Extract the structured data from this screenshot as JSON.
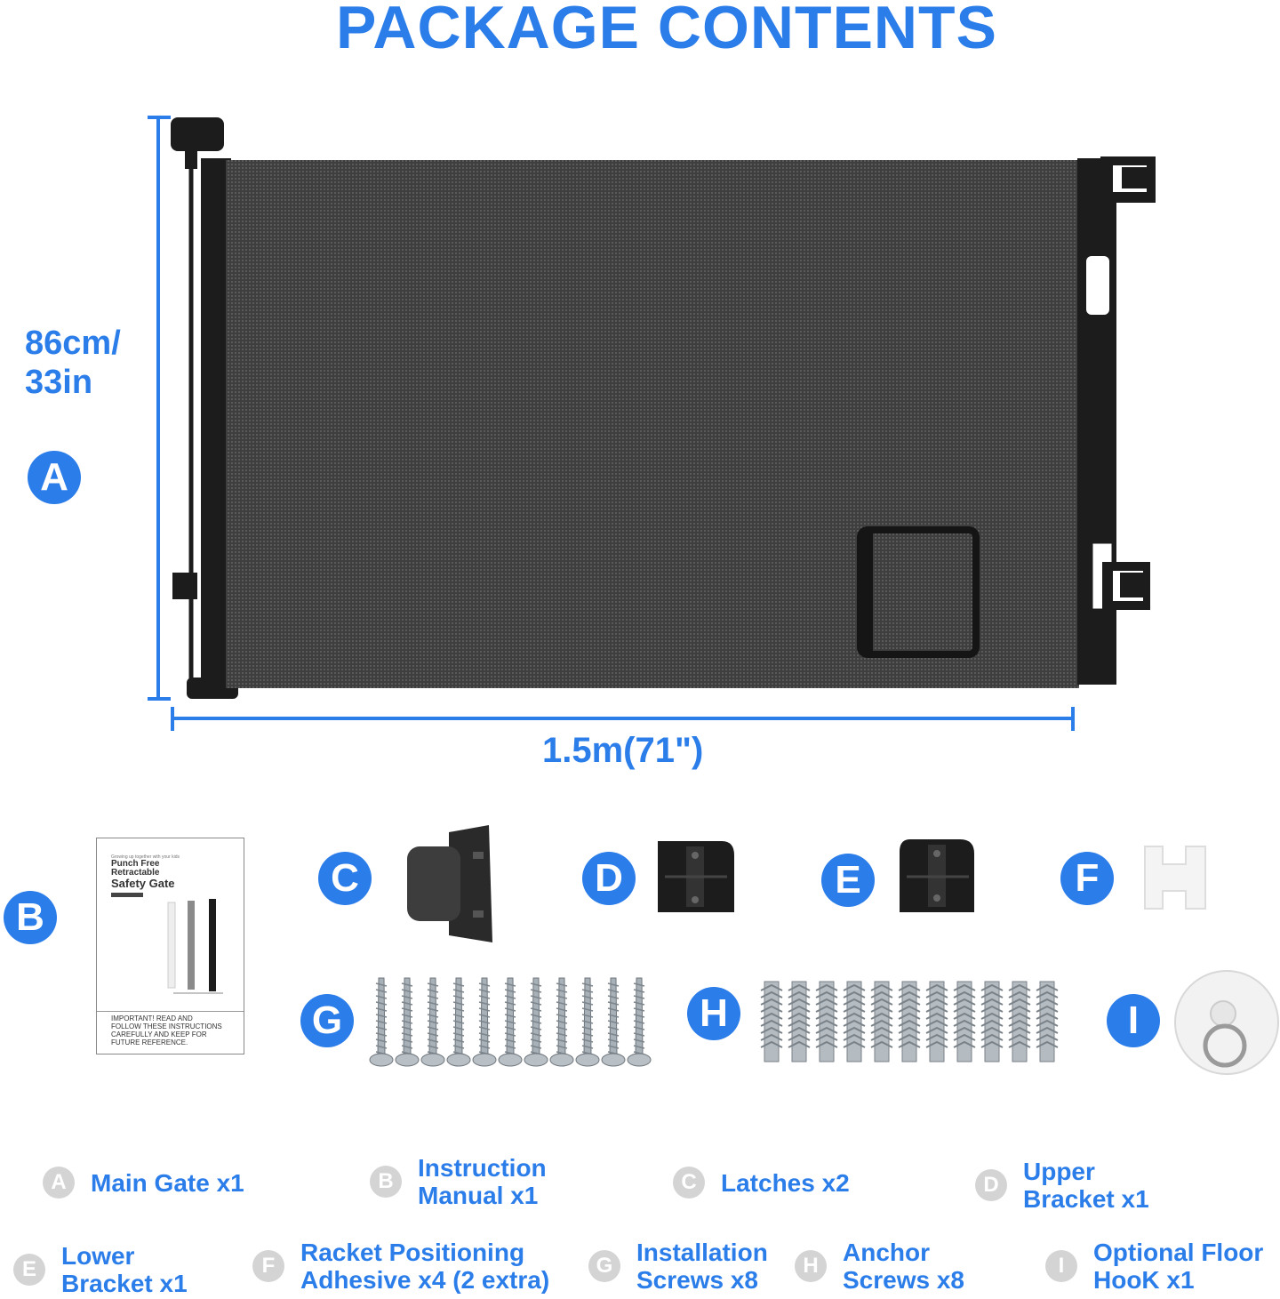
{
  "title": "PACKAGE CONTENTS",
  "dimensions": {
    "height_line1": "86cm/",
    "height_line2": "33in",
    "width": "1.5m(71\")"
  },
  "colors": {
    "accent": "#2b7de9",
    "mesh": "#4a4a4a",
    "frame": "#1c1c1c",
    "legend_badge": "#d4d4d4"
  },
  "parts": {
    "A": "A",
    "B": "B",
    "C": "C",
    "D": "D",
    "E": "E",
    "F": "F",
    "G": "G",
    "H": "H",
    "I": "I"
  },
  "manual": {
    "tagline": "Growing up together with your kids",
    "title_line1": "Punch Free",
    "title_line2": "Retractable",
    "title_line3": "Safety Gate",
    "warning_line1": "IMPORTANT! READ AND",
    "warning_line2": "FOLLOW THESE INSTRUCTIONS",
    "warning_line3": "CAREFULLY AND KEEP FOR",
    "warning_line4": "FUTURE REFERENCE."
  },
  "legend": [
    {
      "letter": "A",
      "text": "Main Gate x1"
    },
    {
      "letter": "B",
      "text": "Instruction\nManual x1"
    },
    {
      "letter": "C",
      "text": "Latches x2"
    },
    {
      "letter": "D",
      "text": "Upper\nBracket x1"
    },
    {
      "letter": "E",
      "text": "Lower\nBracket x1"
    },
    {
      "letter": "F",
      "text": "Racket Positioning\nAdhesive x4 (2 extra)"
    },
    {
      "letter": "G",
      "text": "Installation\nScrews x8"
    },
    {
      "letter": "H",
      "text": "Anchor\nScrews x8"
    },
    {
      "letter": "I",
      "text": "Optional Floor\nHooK x1"
    }
  ]
}
